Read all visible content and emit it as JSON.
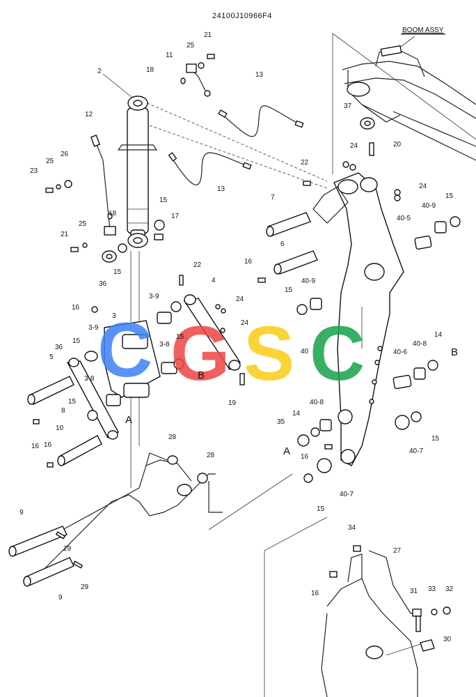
{
  "drawing_number": "24100J10966F4",
  "assembly_label": "BOOM ASSY",
  "watermark": {
    "letters": [
      "C",
      "G",
      "S",
      "C"
    ],
    "colors": [
      "#3b82f6",
      "#ef4444",
      "#facc15",
      "#16a34a"
    ]
  },
  "labels": {
    "n2": "2",
    "n3": "3",
    "n3_8a": "3-8",
    "n3_8b": "3-8",
    "n3_9a": "3-9",
    "n3_9b": "3-9",
    "n4": "4",
    "n5": "5",
    "n6": "6",
    "n7": "7",
    "n8": "8",
    "n9a": "9",
    "n9b": "9",
    "n10": "10",
    "n11": "11",
    "n12": "12",
    "n13a": "13",
    "n13b": "13",
    "n14a": "14",
    "n14b": "14",
    "n15a": "15",
    "n15b": "15",
    "n15c": "15",
    "n15d": "15",
    "n15e": "15",
    "n15f": "15",
    "n15g": "15",
    "n15h": "15",
    "n15i": "15",
    "n16a": "16",
    "n16b": "16",
    "n16c": "16",
    "n16d": "16",
    "n16e": "16",
    "n16f": "16",
    "n17": "17",
    "n18a": "18",
    "n18b": "18",
    "n19": "19",
    "n20": "20",
    "n21a": "21",
    "n21b": "21",
    "n22a": "22",
    "n22b": "22",
    "n23": "23",
    "n24a": "24",
    "n24b": "24",
    "n24c": "24",
    "n24d": "24",
    "n25a": "25",
    "n25b": "25",
    "n25c": "25",
    "n26": "26",
    "n27": "27",
    "n28a": "28",
    "n28b": "28",
    "n29a": "29",
    "n29b": "29",
    "n30": "30",
    "n31": "31",
    "n32": "32",
    "n33": "33",
    "n34": "34",
    "n35": "35",
    "n36a": "36",
    "n36b": "36",
    "n37": "37",
    "n40": "40",
    "n40_5": "40-5",
    "n40_6": "40-6",
    "n40_7a": "40-7",
    "n40_7b": "40-7",
    "n40_8a": "40-8",
    "n40_8b": "40-8",
    "n40_9a": "40-9",
    "n40_9b": "40-9",
    "refA1": "A",
    "refA2": "A",
    "refB1": "B",
    "refB2": "B"
  }
}
